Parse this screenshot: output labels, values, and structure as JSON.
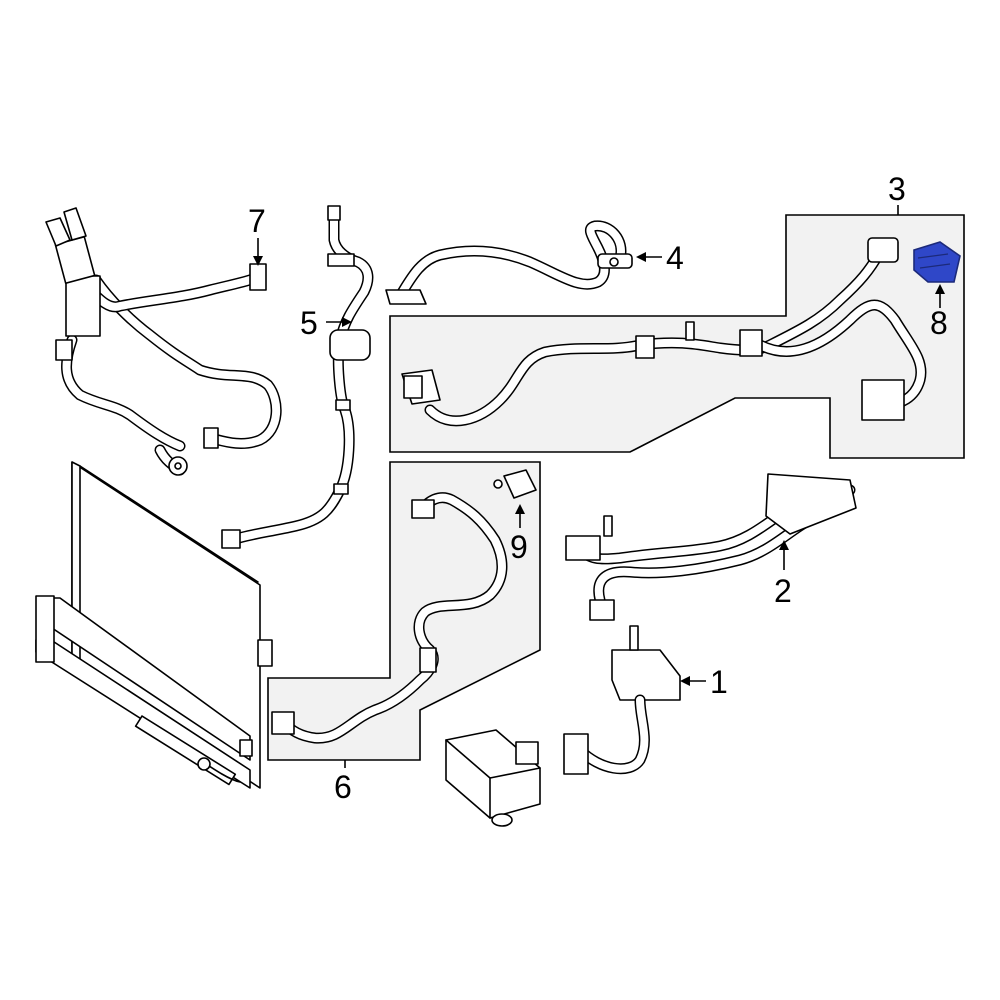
{
  "diagram": {
    "highlight_color": "#2f47c8",
    "callouts": [
      {
        "id": "1",
        "label": "1"
      },
      {
        "id": "2",
        "label": "2"
      },
      {
        "id": "3",
        "label": "3"
      },
      {
        "id": "4",
        "label": "4"
      },
      {
        "id": "5",
        "label": "5"
      },
      {
        "id": "6",
        "label": "6"
      },
      {
        "id": "7",
        "label": "7"
      },
      {
        "id": "8",
        "label": "8"
      },
      {
        "id": "9",
        "label": "9"
      }
    ],
    "highlighted_part": "8"
  }
}
